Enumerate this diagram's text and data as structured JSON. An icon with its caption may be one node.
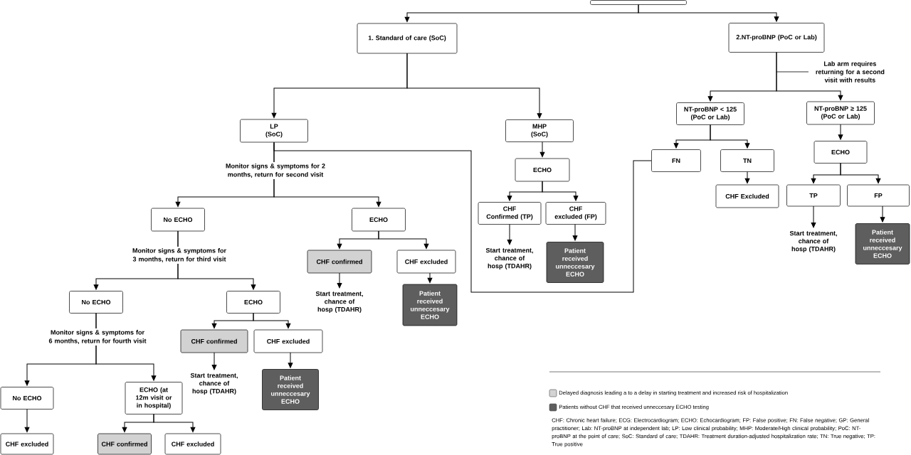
{
  "diagram": {
    "nodes": [
      {
        "text": [],
        "shape": "box"
      },
      {
        "text": [
          "1. Standard of care (SoC)"
        ]
      },
      {
        "text": [
          "2.NT-proBNP (PoC or Lab)"
        ]
      },
      {
        "text": [
          "LP (SoC)"
        ]
      },
      {
        "text": [
          "MHP (SoC)"
        ]
      },
      {
        "text": [
          "No ECHO"
        ]
      },
      {
        "text": [
          "ECHO"
        ]
      },
      {
        "text": [
          "ECHO"
        ]
      },
      {
        "text": [
          "CHF Confirmed (TP)"
        ]
      },
      {
        "text": [
          "CHF excluded (FP)"
        ]
      },
      {
        "text": [
          "NT-proBNP < 125 (PoC or Lab)"
        ]
      },
      {
        "text": [
          "NT-proBNP ≥ 125 (PoC or Lab)"
        ]
      },
      {
        "text": [
          "FN"
        ]
      },
      {
        "text": [
          "TN"
        ]
      },
      {
        "text": [
          "CHF Excluded"
        ]
      },
      {
        "text": [
          "ECHO"
        ]
      },
      {
        "text": [
          "TP"
        ]
      },
      {
        "text": [
          "FP"
        ]
      },
      {
        "text": [
          "Start treatment, chance of hosp (TDAHR)"
        ]
      },
      {
        "text": [
          "Patient received unneccesary ECHO"
        ]
      },
      {
        "text": [
          "Start treatment, chance of hosp (TDAHR)"
        ]
      },
      {
        "text": [
          "Patient received unneccesary ECHO"
        ]
      },
      {
        "text": [
          "CHF confirmed"
        ]
      },
      {
        "text": [
          "CHF excluded"
        ]
      },
      {
        "text": [
          "Start treatment, chance of hosp (TDAHR)"
        ]
      },
      {
        "text": [
          "Patient received unneccesary ECHO"
        ]
      },
      {
        "text": [
          "No ECHO"
        ]
      },
      {
        "text": [
          "ECHO"
        ]
      },
      {
        "text": [
          "CHF confirmed"
        ]
      },
      {
        "text": [
          "CHF excluded"
        ]
      },
      {
        "text": [
          "Start treatment, chance of hosp (TDAHR)"
        ]
      },
      {
        "text": [
          "Patient received unneccesary ECHO"
        ]
      },
      {
        "text": [
          "No ECHO"
        ]
      },
      {
        "text": [
          "ECHO (at 12m visit or in hospital)"
        ]
      },
      {
        "text": [
          "CHF excluded"
        ]
      },
      {
        "text": [
          "CHF confirmed"
        ]
      },
      {
        "text": [
          "CHF excluded"
        ]
      }
    ],
    "edges": [
      {
        "from": 0,
        "to": 1,
        "arrow": "to"
      },
      {
        "from": 0,
        "to": 2,
        "arrow": "to"
      },
      {
        "from": 1,
        "to": 3,
        "arrow": "to"
      },
      {
        "from": 1,
        "to": 4,
        "arrow": "to"
      },
      {
        "from": 3,
        "to": 5,
        "arrow": "to",
        "label": "Monitor signs & symptoms for 2 months, return for second visit"
      },
      {
        "from": 3,
        "to": 6,
        "arrow": "to"
      },
      {
        "from": 4,
        "to": 7,
        "arrow": "to"
      },
      {
        "from": 7,
        "to": 8,
        "arrow": "to"
      },
      {
        "from": 7,
        "to": 9,
        "arrow": "to"
      },
      {
        "from": 8,
        "to": 20,
        "arrow": "to"
      },
      {
        "from": 9,
        "to": 21,
        "arrow": "to"
      },
      {
        "from": 2,
        "to": 10,
        "arrow": "to"
      },
      {
        "from": 2,
        "to": 11,
        "arrow": "to",
        "label": "Lab arm requires returning for a second visit with results"
      },
      {
        "from": 10,
        "to": 12,
        "arrow": "to"
      },
      {
        "from": 10,
        "to": 13,
        "arrow": "to"
      },
      {
        "from": 13,
        "to": 14,
        "arrow": "to"
      },
      {
        "from": 11,
        "to": 15,
        "arrow": "to"
      },
      {
        "from": 15,
        "to": 16,
        "arrow": "to"
      },
      {
        "from": 15,
        "to": 17,
        "arrow": "to"
      },
      {
        "from": 16,
        "to": 18,
        "arrow": "to"
      },
      {
        "from": 17,
        "to": 19,
        "arrow": "to"
      },
      {
        "from": 12,
        "to": 3,
        "arrow": "none"
      },
      {
        "from": 6,
        "to": 22,
        "arrow": "to"
      },
      {
        "from": 6,
        "to": 23,
        "arrow": "to"
      },
      {
        "from": 22,
        "to": 24,
        "arrow": "to"
      },
      {
        "from": 23,
        "to": 25,
        "arrow": "to"
      },
      {
        "from": 5,
        "to": 26,
        "arrow": "to",
        "label": "Monitor signs & symptoms for 3 months, return for third visit"
      },
      {
        "from": 5,
        "to": 27,
        "arrow": "to"
      },
      {
        "from": 27,
        "to": 28,
        "arrow": "to"
      },
      {
        "from": 27,
        "to": 29,
        "arrow": "to"
      },
      {
        "from": 28,
        "to": 30,
        "arrow": "to"
      },
      {
        "from": 29,
        "to": 31,
        "arrow": "to"
      },
      {
        "from": 26,
        "to": 32,
        "arrow": "to",
        "label": "Monitor signs & symptoms for 6 months, return for fourth visit"
      },
      {
        "from": 26,
        "to": 33,
        "arrow": "to"
      },
      {
        "from": 32,
        "to": 34,
        "arrow": "to"
      },
      {
        "from": 33,
        "to": 35,
        "arrow": "to"
      },
      {
        "from": 33,
        "to": 36,
        "arrow": "to"
      }
    ],
    "labels": [
      "CHF: Chronic heart failure; ECG: Electrocardiogram; ECHO: Echocardiogram; FP: False positive; FN: False negative; GP: General practitioner; Lab: NT-proBNP at independent lab; LP: Low clinical probability; MHP: Moderate/High clinical probability; PoC: NT-proBNP at the point of care; SoC: Standard of care; TDAHR: Treatment duration-adjusted hospitalization rate; TN: True negative; TP: True positive"
    ],
    "legend": [
      {
        "text": "Delayed diagnosis leading a to a delay in starting treatment and increased risk of hospitalization",
        "color": "#d3d3d3"
      },
      {
        "text": "Patients without CHF that received unneccesary ECHO testing",
        "color": "#5e5e5e"
      }
    ]
  }
}
